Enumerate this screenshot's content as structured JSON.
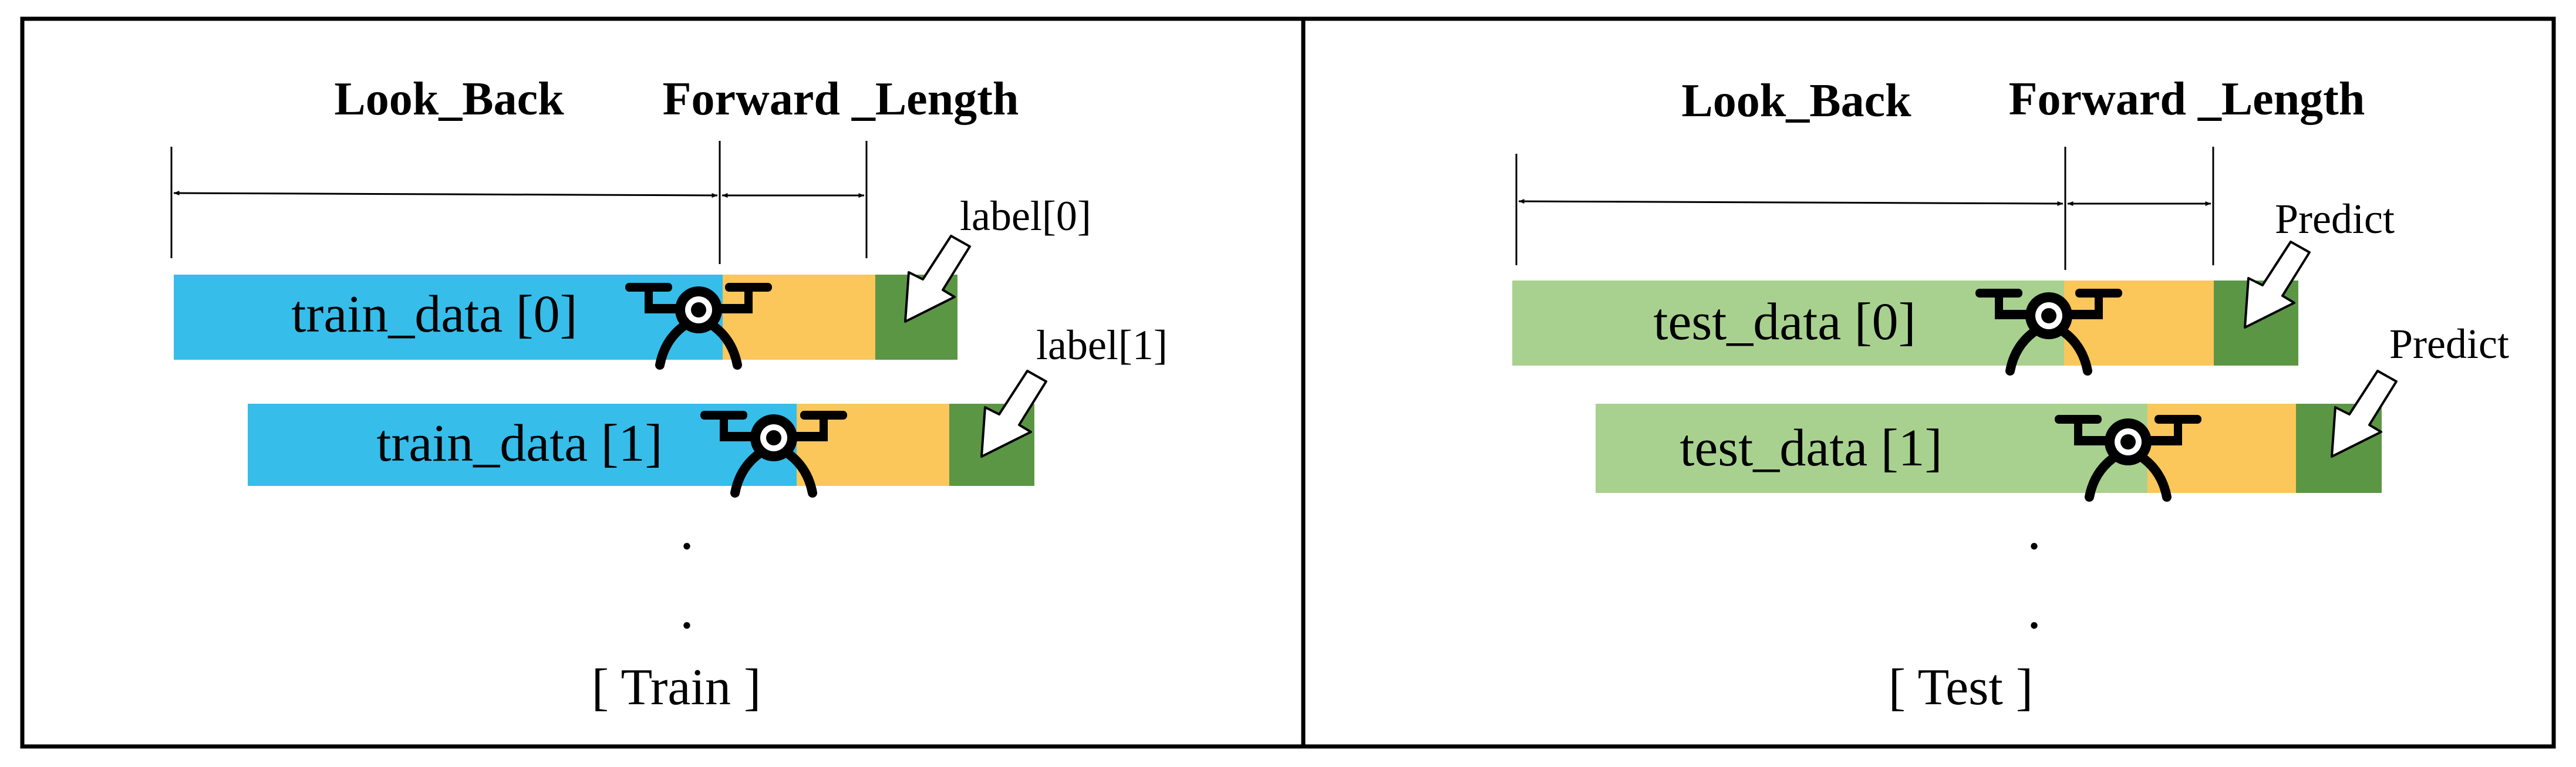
{
  "colors": {
    "train_bar": "#36bdea",
    "test_bar": "#a8d18f",
    "forward": "#fbc65a",
    "target": "#5b9645",
    "outline": "#000000"
  },
  "icons": {
    "drone": "drone-icon",
    "arrow": "down-left-arrow-icon"
  },
  "train": {
    "look_back": "Look_Back",
    "forward_length": "Forward _Length",
    "rows": [
      {
        "text": "train_data [0]",
        "label": "label[0]"
      },
      {
        "text": "train_data [1]",
        "label": "label[1]"
      }
    ],
    "dot1": ".",
    "dot2": ".",
    "caption": "[ Train ]"
  },
  "test": {
    "look_back": "Look_Back",
    "forward_length": "Forward _Length",
    "rows": [
      {
        "text": "test_data [0]",
        "label": "Predict"
      },
      {
        "text": "test_data [1]",
        "label": "Predict"
      }
    ],
    "dot1": ".",
    "dot2": ".",
    "caption": "[ Test ]"
  }
}
